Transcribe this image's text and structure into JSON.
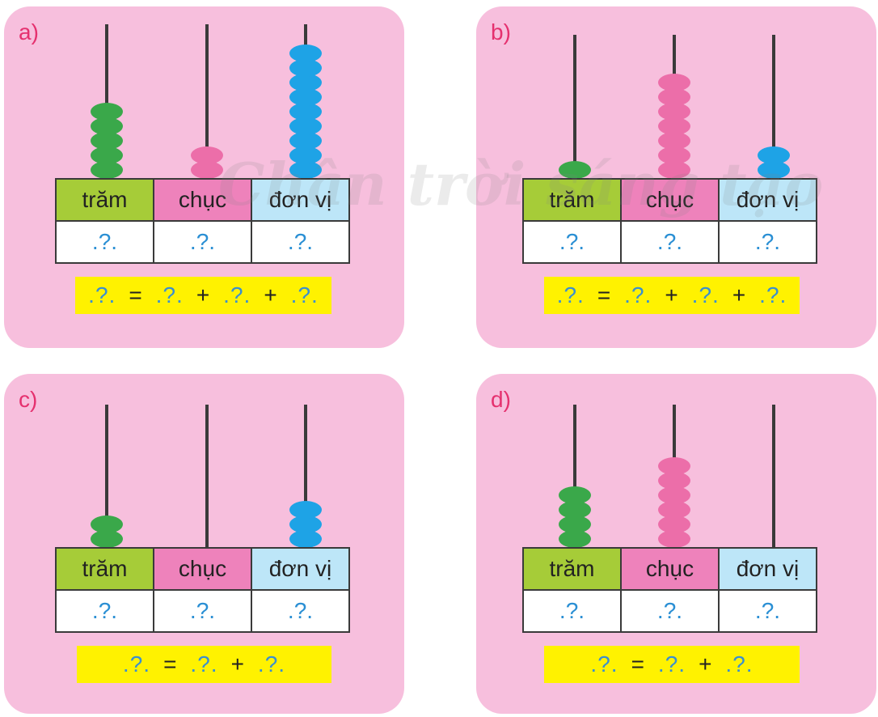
{
  "watermark": "Chân trời sáng tạo",
  "colors": {
    "panel_bg": "#f7bfdd",
    "label": "#e5316f",
    "tram": "#a6cc38",
    "chuc": "#ee82bb",
    "donvi": "#bde6f8",
    "equation_bg": "#fff200",
    "bead_tram": "#3aa84a",
    "bead_chuc": "#ec6ea9",
    "bead_donvi": "#1ea3e6"
  },
  "columns": [
    "trăm",
    "chục",
    "đơn vị"
  ],
  "placeholder": ".?.",
  "panels": [
    {
      "label": "a)",
      "beads": {
        "tram": 5,
        "chuc": 2,
        "donvi": 9
      },
      "values": [
        ".?.",
        ".?.",
        ".?."
      ],
      "equation": [
        ".?.",
        "=",
        ".?.",
        "+",
        ".?.",
        "+",
        ".?."
      ]
    },
    {
      "label": "b)",
      "beads": {
        "tram": 1,
        "chuc": 7,
        "donvi": 2
      },
      "values": [
        ".?.",
        ".?.",
        ".?."
      ],
      "equation": [
        ".?.",
        "=",
        ".?.",
        "+",
        ".?.",
        "+",
        ".?."
      ]
    },
    {
      "label": "c)",
      "beads": {
        "tram": 2,
        "chuc": 0,
        "donvi": 3
      },
      "values": [
        ".?.",
        ".?.",
        ".?."
      ],
      "equation": [
        ".?.",
        "=",
        ".?.",
        "+",
        ".?."
      ]
    },
    {
      "label": "d)",
      "beads": {
        "tram": 4,
        "chuc": 6,
        "donvi": 0
      },
      "values": [
        ".?.",
        ".?.",
        ".?."
      ],
      "equation": [
        ".?.",
        "=",
        ".?.",
        "+",
        ".?."
      ]
    }
  ]
}
